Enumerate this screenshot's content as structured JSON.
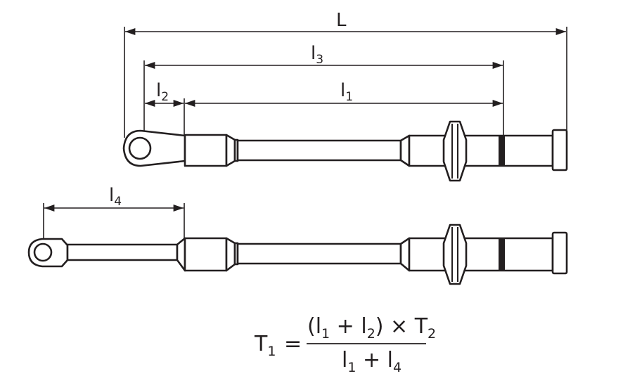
{
  "colors": {
    "line": "#231f20",
    "background": "#ffffff"
  },
  "dimensions": {
    "L": {
      "base": "L",
      "sub": ""
    },
    "l3": {
      "base": "l",
      "sub": "3"
    },
    "l2": {
      "base": "l",
      "sub": "2"
    },
    "l1": {
      "base": "l",
      "sub": "1"
    },
    "l4": {
      "base": "l",
      "sub": "4"
    }
  },
  "formula": {
    "lhs": {
      "base": "T",
      "sub": "1"
    },
    "equals": "=",
    "numerator": [
      "(l",
      "1",
      " + l",
      "2",
      ") × T",
      "2"
    ],
    "denominator": [
      "l",
      "1",
      " + l",
      "4"
    ]
  }
}
